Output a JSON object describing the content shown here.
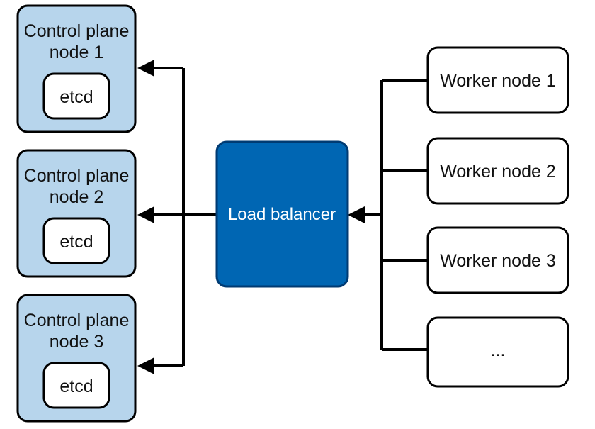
{
  "colors": {
    "control_plane_fill": "#b7d5ec",
    "load_balancer_fill": "#0066b3",
    "load_balancer_stroke": "#003b73",
    "worker_fill": "#ffffff",
    "stroke": "#000000"
  },
  "control_plane_nodes": [
    {
      "line1": "Control plane",
      "line2": "node 1",
      "etcd": "etcd"
    },
    {
      "line1": "Control plane",
      "line2": "node 2",
      "etcd": "etcd"
    },
    {
      "line1": "Control plane",
      "line2": "node 3",
      "etcd": "etcd"
    }
  ],
  "load_balancer": {
    "label": "Load balancer"
  },
  "worker_nodes": [
    {
      "label": "Worker node 1"
    },
    {
      "label": "Worker node 2"
    },
    {
      "label": "Worker node 3"
    },
    {
      "label": "..."
    }
  ]
}
